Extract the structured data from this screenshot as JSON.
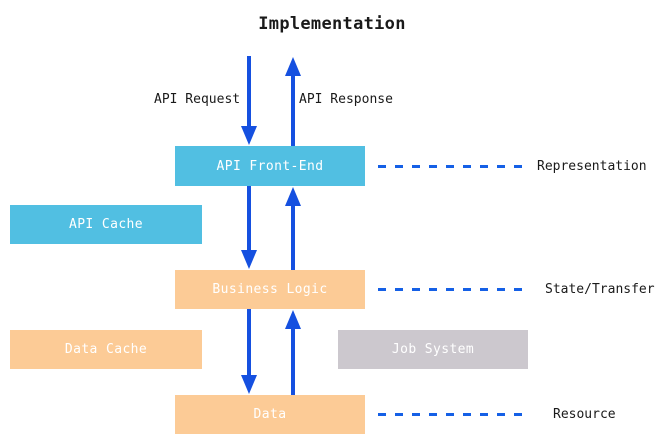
{
  "title": "Implementation",
  "colors": {
    "representation_fill": "#51bfe2",
    "state_fill": "#fccb96",
    "resource_fill": "#fccb96",
    "job_fill": "#ccc8ce",
    "arrow": "#1550e0",
    "dash": "#1560e6",
    "box_text": "#ffffff",
    "label_text": "#1a1a1a",
    "background": "#ffffff"
  },
  "boxes": {
    "api_front_end": {
      "label": "API Front-End"
    },
    "api_cache": {
      "label": "API Cache"
    },
    "business_logic": {
      "label": "Business Logic"
    },
    "data_cache": {
      "label": "Data Cache"
    },
    "job_system": {
      "label": "Job System"
    },
    "data": {
      "label": "Data"
    }
  },
  "flow_labels": {
    "api_request": "API Request",
    "api_response": "API Response"
  },
  "side_labels": {
    "representation": "Representation",
    "state_transfer": "State/Transfer",
    "resource": "Resource"
  },
  "arrows": [
    {
      "name": "api-request-arrow",
      "direction": "down"
    },
    {
      "name": "api-response-arrow",
      "direction": "up"
    },
    {
      "name": "frontend-to-logic-arrow",
      "direction": "down"
    },
    {
      "name": "logic-to-frontend-arrow",
      "direction": "up"
    },
    {
      "name": "logic-to-data-arrow",
      "direction": "down"
    },
    {
      "name": "data-to-logic-arrow",
      "direction": "up"
    }
  ]
}
